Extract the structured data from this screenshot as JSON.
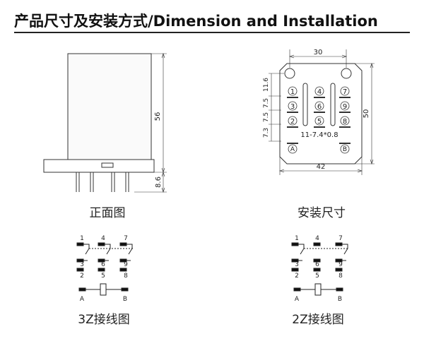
{
  "header": {
    "title": "产品尺寸及安装方式/Dimension and  Installation"
  },
  "front_view": {
    "caption": "正面图",
    "dim_height": "56",
    "dim_pin": "8.6"
  },
  "mount_view": {
    "caption": "安装尺寸",
    "dim_top": "30",
    "dim_bottom": "42",
    "dim_right": "50",
    "dim_a": "11.6",
    "dim_b1": "7.5",
    "dim_b2": "7.5",
    "dim_c": "7.3",
    "hole_note": "11-7.4*0.8",
    "pins": [
      "1",
      "4",
      "7",
      "3",
      "6",
      "9",
      "2",
      "5",
      "8"
    ],
    "coil_a": "A",
    "coil_b": "B"
  },
  "wiring_3z": {
    "caption": "3Z接线图",
    "top": [
      "1",
      "4",
      "7"
    ],
    "mid": [
      "3",
      "6",
      "9"
    ],
    "bot": [
      "2",
      "5",
      "8"
    ],
    "coil_a": "A",
    "coil_b": "B"
  },
  "wiring_2z": {
    "caption": "2Z接线图",
    "top": [
      "1",
      "4",
      "7"
    ],
    "mid": [
      "3",
      "6",
      "9"
    ],
    "bot": [
      "2",
      "5",
      "8"
    ],
    "coil_a": "A",
    "coil_b": "B"
  }
}
